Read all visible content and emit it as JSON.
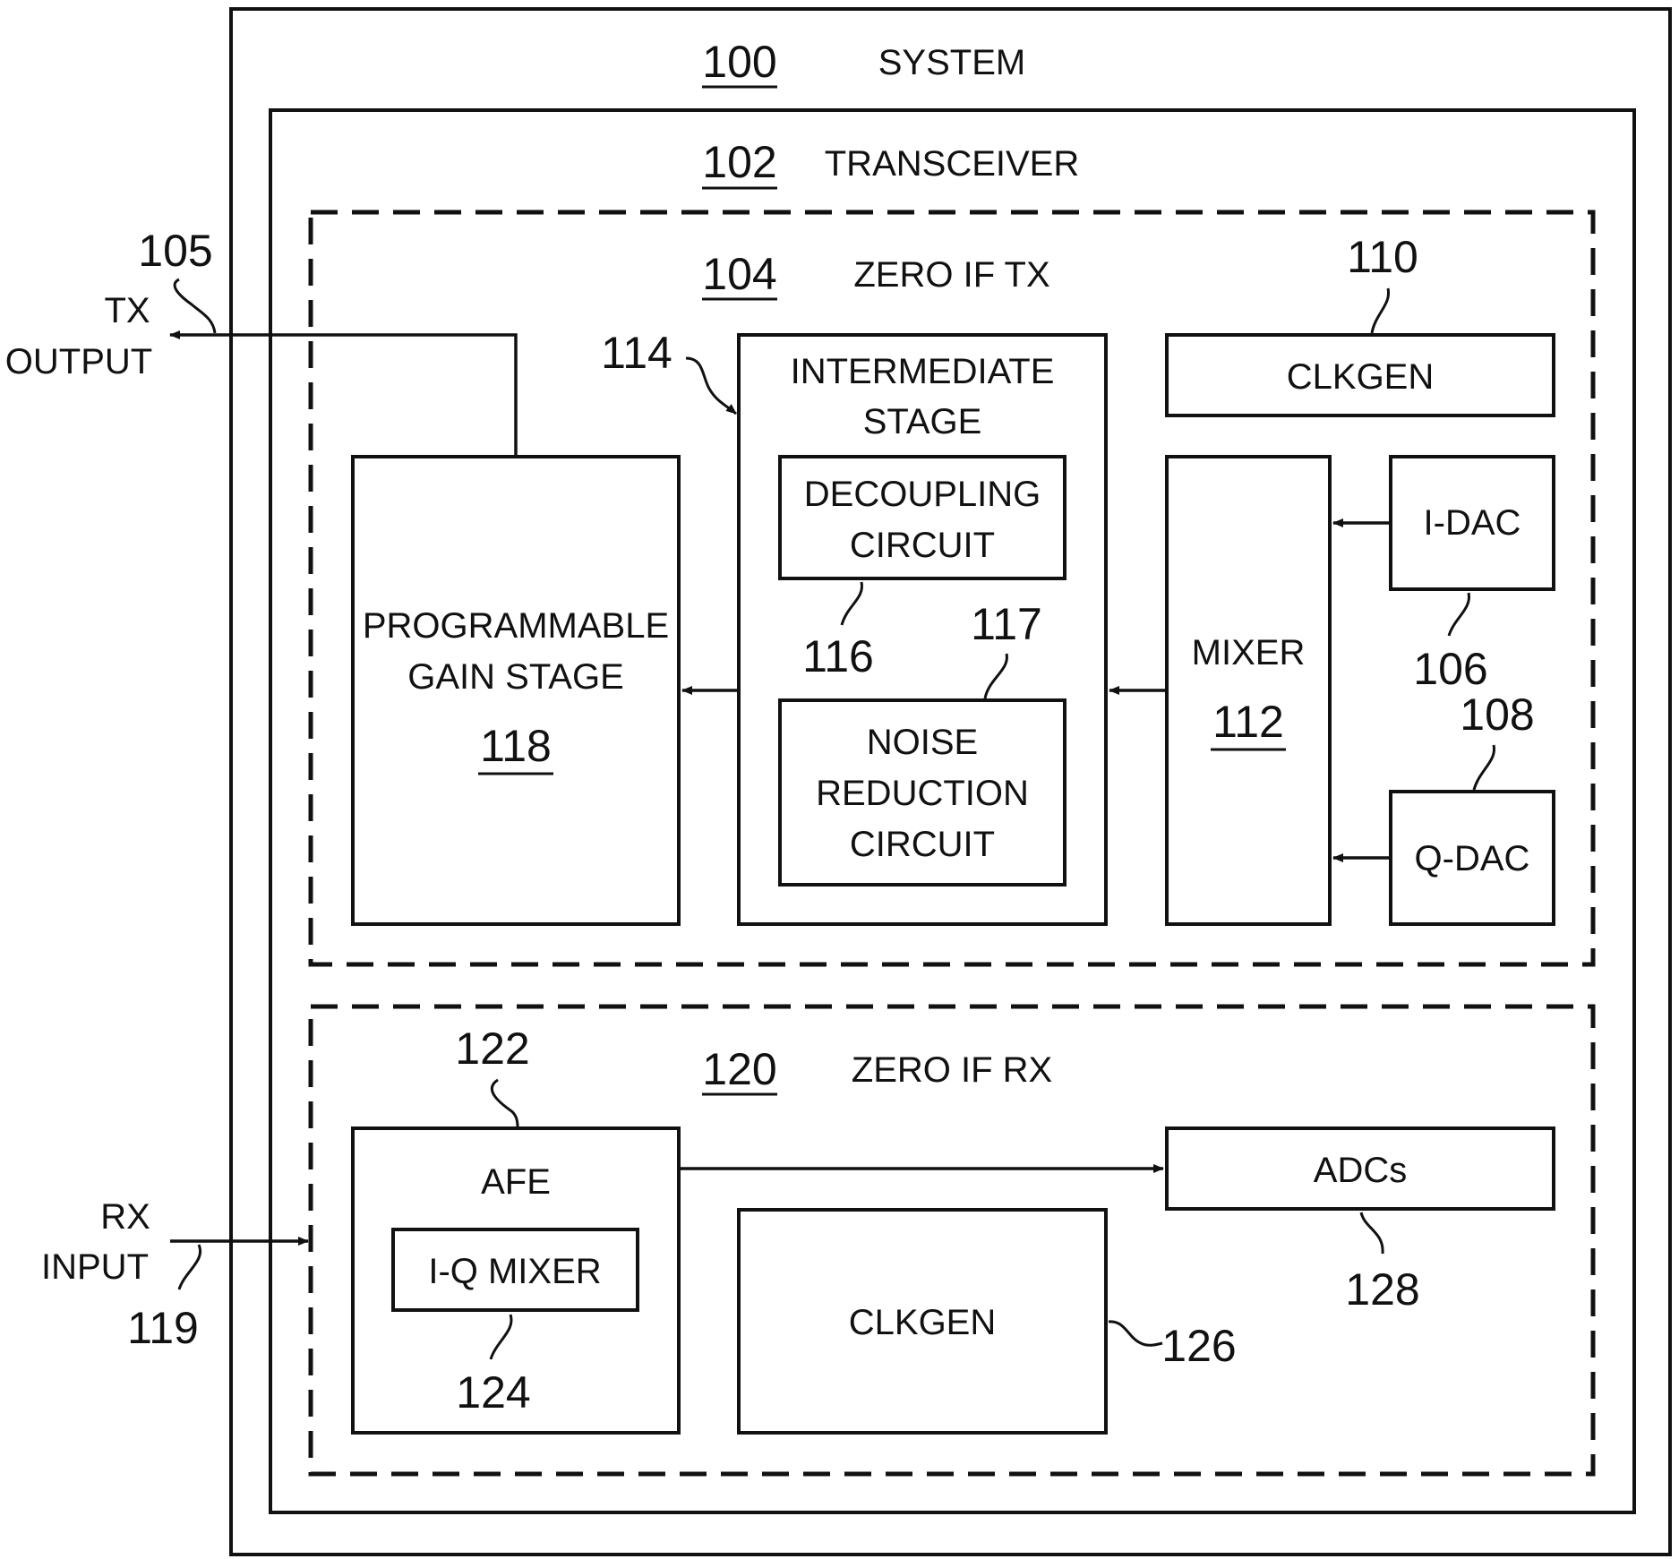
{
  "system": {
    "ref": "100",
    "label": "SYSTEM"
  },
  "transceiver": {
    "ref": "102",
    "label": "TRANSCEIVER"
  },
  "zero_if_tx": {
    "ref": "104",
    "label": "ZERO IF TX",
    "tx_output": {
      "ref": "105",
      "label_line1": "TX",
      "label_line2": "OUTPUT"
    },
    "clkgen": {
      "ref": "110",
      "label": "CLKGEN"
    },
    "intermediate_stage": {
      "ref": "114",
      "label_line1": "INTERMEDIATE",
      "label_line2": "STAGE",
      "decoupling_circuit": {
        "ref": "116",
        "label_line1": "DECOUPLING",
        "label_line2": "CIRCUIT"
      },
      "noise_reduction_circuit": {
        "ref": "117",
        "label_line1": "NOISE",
        "label_line2": "REDUCTION",
        "label_line3": "CIRCUIT"
      }
    },
    "programmable_gain_stage": {
      "ref": "118",
      "label_line1": "PROGRAMMABLE",
      "label_line2": "GAIN STAGE"
    },
    "mixer": {
      "ref": "112",
      "label": "MIXER"
    },
    "i_dac": {
      "ref": "106",
      "label": "I-DAC"
    },
    "q_dac": {
      "ref": "108",
      "label": "Q-DAC"
    }
  },
  "zero_if_rx": {
    "ref": "120",
    "label": "ZERO IF RX",
    "rx_input": {
      "ref": "119",
      "label_line1": "RX",
      "label_line2": "INPUT"
    },
    "afe": {
      "ref": "122",
      "label": "AFE"
    },
    "iq_mixer": {
      "ref": "124",
      "label": "I-Q MIXER"
    },
    "clkgen": {
      "ref": "126",
      "label": "CLKGEN"
    },
    "adcs": {
      "ref": "128",
      "label": "ADCs"
    }
  }
}
